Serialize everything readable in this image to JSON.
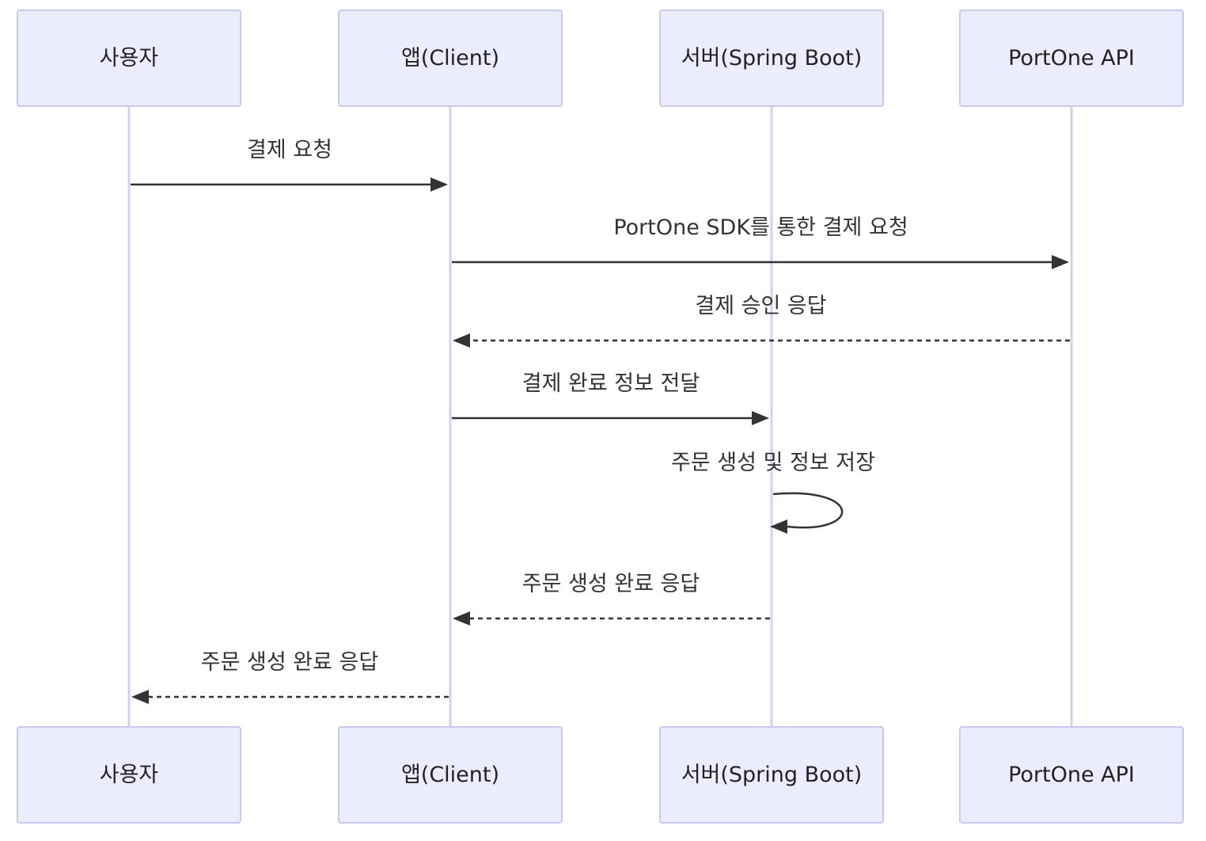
{
  "participants": [
    {
      "id": "user",
      "label": "사용자"
    },
    {
      "id": "app",
      "label": "앱(Client)"
    },
    {
      "id": "server",
      "label": "서버(Spring Boot)"
    },
    {
      "id": "portone",
      "label": "PortOne API"
    }
  ],
  "messages": [
    {
      "from": "user",
      "to": "app",
      "label": "결제 요청",
      "style": "solid"
    },
    {
      "from": "app",
      "to": "portone",
      "label": "PortOne SDK를 통한 결제 요청",
      "style": "solid"
    },
    {
      "from": "portone",
      "to": "app",
      "label": "결제 승인 응답",
      "style": "dashed"
    },
    {
      "from": "app",
      "to": "server",
      "label": "결제 완료 정보 전달",
      "style": "solid"
    },
    {
      "from": "server",
      "to": "server",
      "label": "주문 생성 및 정보 저장",
      "style": "solid"
    },
    {
      "from": "server",
      "to": "app",
      "label": "주문 생성 완료 응답",
      "style": "dashed"
    },
    {
      "from": "app",
      "to": "user",
      "label": "주문 생성 완료 응답",
      "style": "dashed"
    }
  ],
  "colors": {
    "actor_fill": "#ECECFF",
    "actor_stroke": "#C9C9F0",
    "lifeline": "#D4D0EE",
    "arrow": "#333333"
  }
}
